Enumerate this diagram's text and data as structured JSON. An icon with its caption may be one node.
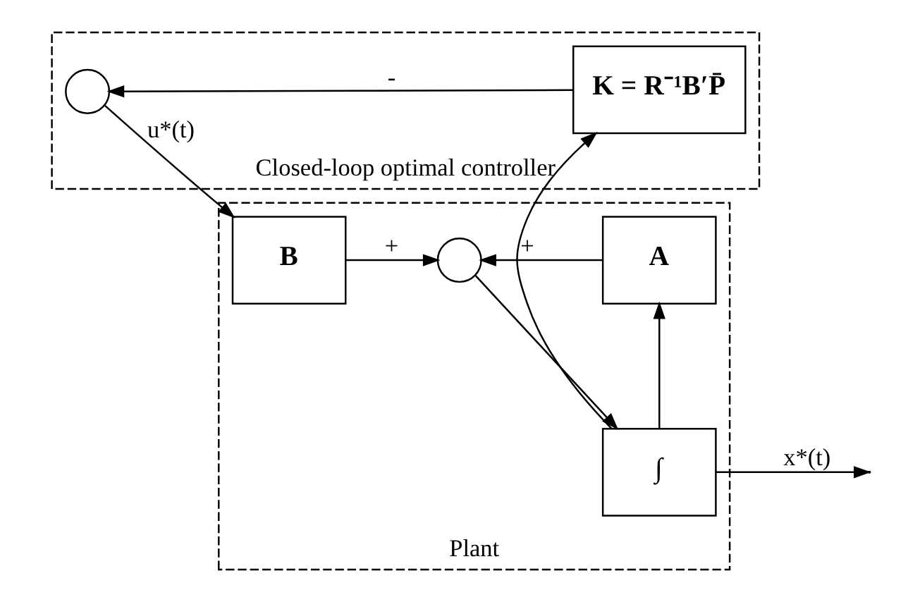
{
  "diagram": {
    "nodes": [
      {
        "text": [
          "Plant"
        ]
      },
      {
        "text": [
          "Closed-loop optimal controller"
        ]
      },
      {
        "text": [
          "B"
        ],
        "in": 0
      },
      {
        "text": [],
        "shape": "circle",
        "in": 0
      },
      {
        "text": [
          "∫"
        ],
        "in": 0
      },
      {
        "text": [
          "A"
        ],
        "in": 0
      },
      {
        "text": [],
        "shape": "circle",
        "in": 1
      },
      {
        "text": [
          "K = R⁻¹B′P̄"
        ],
        "in": 1
      }
    ],
    "edges": [
      {
        "from": 6,
        "to": 2,
        "arrow": "to",
        "label": "u*(t)"
      },
      {
        "from": 2,
        "to": 3,
        "arrow": "to",
        "label": "+"
      },
      {
        "from": 3,
        "to": 4,
        "arrow": "to"
      },
      {
        "from": 4,
        "to": null,
        "arrow": "to",
        "label": "x*(t)"
      },
      {
        "from": 4,
        "to": 5,
        "arrow": "to"
      },
      {
        "from": 5,
        "to": 3,
        "arrow": "to",
        "label": "+"
      },
      {
        "from": 4,
        "to": 7,
        "arrow": "to"
      },
      {
        "from": 7,
        "to": 6,
        "arrow": "to",
        "label": "-"
      }
    ]
  }
}
